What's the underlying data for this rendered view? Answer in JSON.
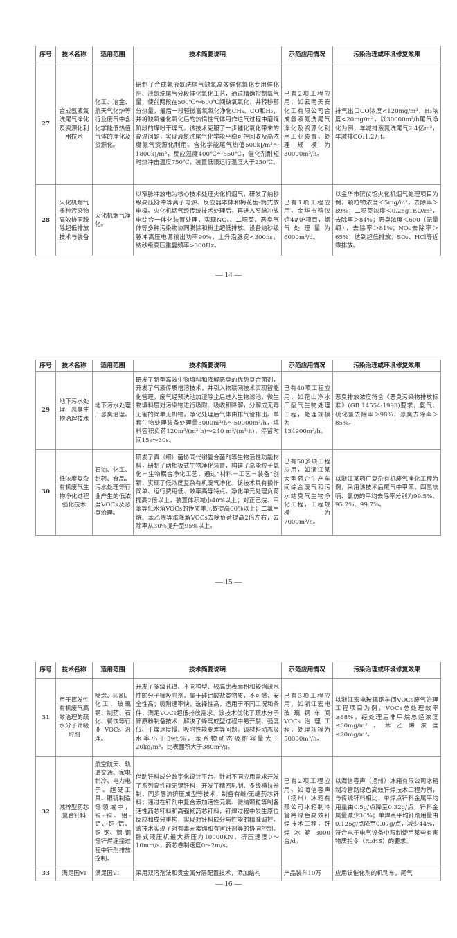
{
  "headers": [
    "序号",
    "技术名称",
    "适用范围",
    "技术简要说明",
    "示范应用情况",
    "污染治理或环境修复效果"
  ],
  "pages": [
    {
      "page_number": "— 14 —",
      "rows": [
        {
          "no": "27",
          "name": "合成氨液氮洗尾气净化及资源化利用技术",
          "scope": "化工、冶金、航天气化炉等行业废气中含化学能低热值气体的净化及资源化。",
          "desc": "研制了合成氨液氮洗尾气缺氧高效催化氧化专用催化剂、液氮洗尾气分段催化氧化工艺，通过精确控制氧气量，使前两段在500℃～600℃间缺氧氧化，并转移部分热量，最后一段轻微富氧氧化净化CH₄、CO和H₂，并将缺氧催化氧化后的热惰性气体用作造气过程中磨煤阶段的煤粉干燥气。该技术克服了一步催化氧化带来的高温问题，实现液氮洗尾气化学能平稳可控回收及高浓度氮气资源化利用。含化学能尾气热值500kJ/m³～1800kJ/m³，反应温度400℃～650℃，催化剂耐短时热冲击温度750℃，装置低限运行温度大于250℃。",
          "demo": "已有2项工程应用，如云南天安化工有限公司合成氨液氮洗尾气净化及资源化利用工业装置，处理规模为30000m³/h。",
          "effect": "排气出口CO浓度<120mg/m³，H₂浓度<20mg/m³，以30000m³/h尾气净化为例，年减排液氮洗尾气2.4亿m³，年减排CO₂1.2万t。"
        },
        {
          "no": "28",
          "name": "火化机烟气多种污染物高效协同脱除超低排放技术与装备",
          "scope": "火化机烟气净化。",
          "desc": "以窄脉冲放电为核心技术处理火化机烟气，研发了纳秒级高压脉冲等离子电源、反应器本体和梅花齿-筒式放电极。火化机烟气经传统技术处理后，再进入窄脉冲放电综合一体化装置处理，实现NOₓ、二噁英、恶臭气体等多种污染物协同脱除和粉尘超低排放。设备纳秒级脉冲高压电源输出功率90%，上升沿脉宽<300ns，纳秒级高压重复频率>300Hz。",
          "demo": "已有1项工程应用，金华市殡仪馆4#炉项目，烟气处理量为6000m³/d。",
          "effect": "以金华市殡仪馆火化机烟气处理项目为例，颗粒物浓度＜5mg/m³，去除率＞89%；二噁英浓度＜0.2ngTEQ/m³，去除率＞84%；恶臭浓度＜600（无量纲），去除率＞81%；NOₓ去除率＞65%；达到超低排放，SO₂、HCl等近零排放。"
        }
      ]
    },
    {
      "page_number": "— 15 —",
      "rows": [
        {
          "no": "29",
          "name": "地下污水处理厂恶臭生物治理技术",
          "scope": "地下污水处理厂恶臭治理。",
          "desc": "研发了新型高效生物填料和降解恶臭的优势复合菌剂，开发了气液传质增溶技术，并引入物联网技术实现智能化管理。废气经预洗池加湿除尘后进入生物滤池，微生物填料层对污染物进行吸附、吸收和降解，分解成无毒无害的简单无机物，净化处理后气体由排气管排出。单套生物处理装备处理量3000m³/h～50000m³/h，填料容积负荷120m³/(m³·h)～240 m³/(m³·h)，停留时间15s～30s。",
          "demo": "已有40项工程应用，如花山净水厂废气生物处理工程，处理规模为134900m³/h。",
          "effect": "恶臭排放浓度符合《恶臭污染物排放标准》(GB 14554-1993)要求，氨气、硫化氢去除率＞98%，恶臭去除率＞85%。"
        },
        {
          "no": "30",
          "name": "低浓度复杂有机废气生物净化过程强化技术",
          "scope": "石油、化工、制药、食品、污水处理等行业产生的低浓度VOCs及恶臭治理。",
          "desc": "研发了真（细）菌协同代谢复合菌剂等生物活性功能材料，研制了两相板式生物净化装置，构建了高能粒子氧化－生物耦合净化工艺，通过“材料－工艺－装备”创新，实现了低浓度复杂有机废气净化。该技术具有操作简单、运行费用低、效率高等特点。净化单元处理负荷提高2倍以上，装置体积减小40%以上；对正己烷、甲苯等低水溶VOCs的传质单元数提高60%以上；二氯甲烷、苯乙烯等难降解VOCs去除负荷提高2倍左右，去除率从30%提升至95%以上。",
          "demo": "已有50多项工程应用，如浙江某大型药企生产车间综合废气和污水站臭气生物净化工程，工程规模为7000m³/h。",
          "effect": "以浙江某药厂复杂有机废气净化工程为例，采用该技术后尾气中甲苯、四氢呋喃、氯仿的平均去除率分别为99.5%、95.2%、99.7%。"
        }
      ]
    },
    {
      "page_number": "— 16 —",
      "rows": [
        {
          "no": "31",
          "name": "用于挥发性有机废气高效治理的疏水分子筛吸附剂",
          "scope": "喷涂、印刷、化工、玻璃钢、制药、石化、餐饮等行业VOCs治理。",
          "desc": "开发了多级孔道、不同构型、较高比表面积和较强疏水性的分子筛吸附剂，属于硅铝酸盐类物质，不可燃，安全性高；吸附速率快，选择性高，适用于不同工况和条件，满足VOCs超低排放需求。该技术优化了疏水分子筛原粉制备技术，解决了蜂窝成型过程中易开裂、强度低、干燥速度慢、吸附性能变差等问题。该材料动态吸水率小于3wt.%，苯系物动态吸附容量大于20kg/m³，比表面积大于380m²/g。",
          "demo": "已有3项工程应用，如浙江宏电玻璃钢车间VOCs治理工程，处理规模为50000m³/h。",
          "effect": "以浙江宏电玻璃钢车间VOCs废气治理工程项目为例，VOCs总处理效率≥88%，经处理后非甲烷总烃浓度≤60mg/m³，苯乙烯浓度≤20mg/m³。"
        },
        {
          "no": "32",
          "name": "减排型药芯复合钎料",
          "scope": "航空航天、轨道交通、家电制冷、电力电子、超硬工具、眼镜制造等领域中，铜-铜、铝-铝、铜-铝、铜-钢、钢-钢等钎焊连接过程中钎剂排放控制。",
          "desc": "借助钎料成分数字化设计平台，针对不同应用需求开发了系列高性能无镉钎料；开发了精密轧制、多级横拉卷制、同步层流挤压成型等技术，制备有缝/无缝药芯钎料；通过在钎剂中复合添加活性元素、微纳颗粒等制备活性药芯钎料和高强韧药芯钎料，钎焊过程中发生原位反应和成分重构，实现对钎料成分与性能的精准调控。该技术实现了对有毒元素镉和有害钎剂等的协同控制。卧式液压机最大挤压力10000KN，挤压速度0～10mm/s，药芯卷制速度0～2m/s。",
          "demo": "已有2项工程应用，如海信容声（扬州）冰箱有限公司冰箱制冷管路绿色高效钎焊技术工程，钎焊冰箱3000台/d。",
          "effect": "以海信容声（扬州）冰箱有限公司冰箱制冷管路绿色高效钎焊技术工程为例，与传统钎料相比，单焊点钎料金属平均用量由0.5g/点降至0.32g/点，钎料金属量减少36%；单焊点平均钎剂用量由0.125g/点降至0.07g/点，减少44%，符合电子电气设备中限制使用某些有害物质指令（RoHS）的要求。"
        },
        {
          "no": "33",
          "name": "满足国VI",
          "scope": "满足国VI",
          "desc": "采用双溶剂法和贵金属分层配置技术，添加结构",
          "demo": "产品装车10万",
          "effect": "应用该催化剂的机动车，尾气"
        }
      ]
    }
  ]
}
